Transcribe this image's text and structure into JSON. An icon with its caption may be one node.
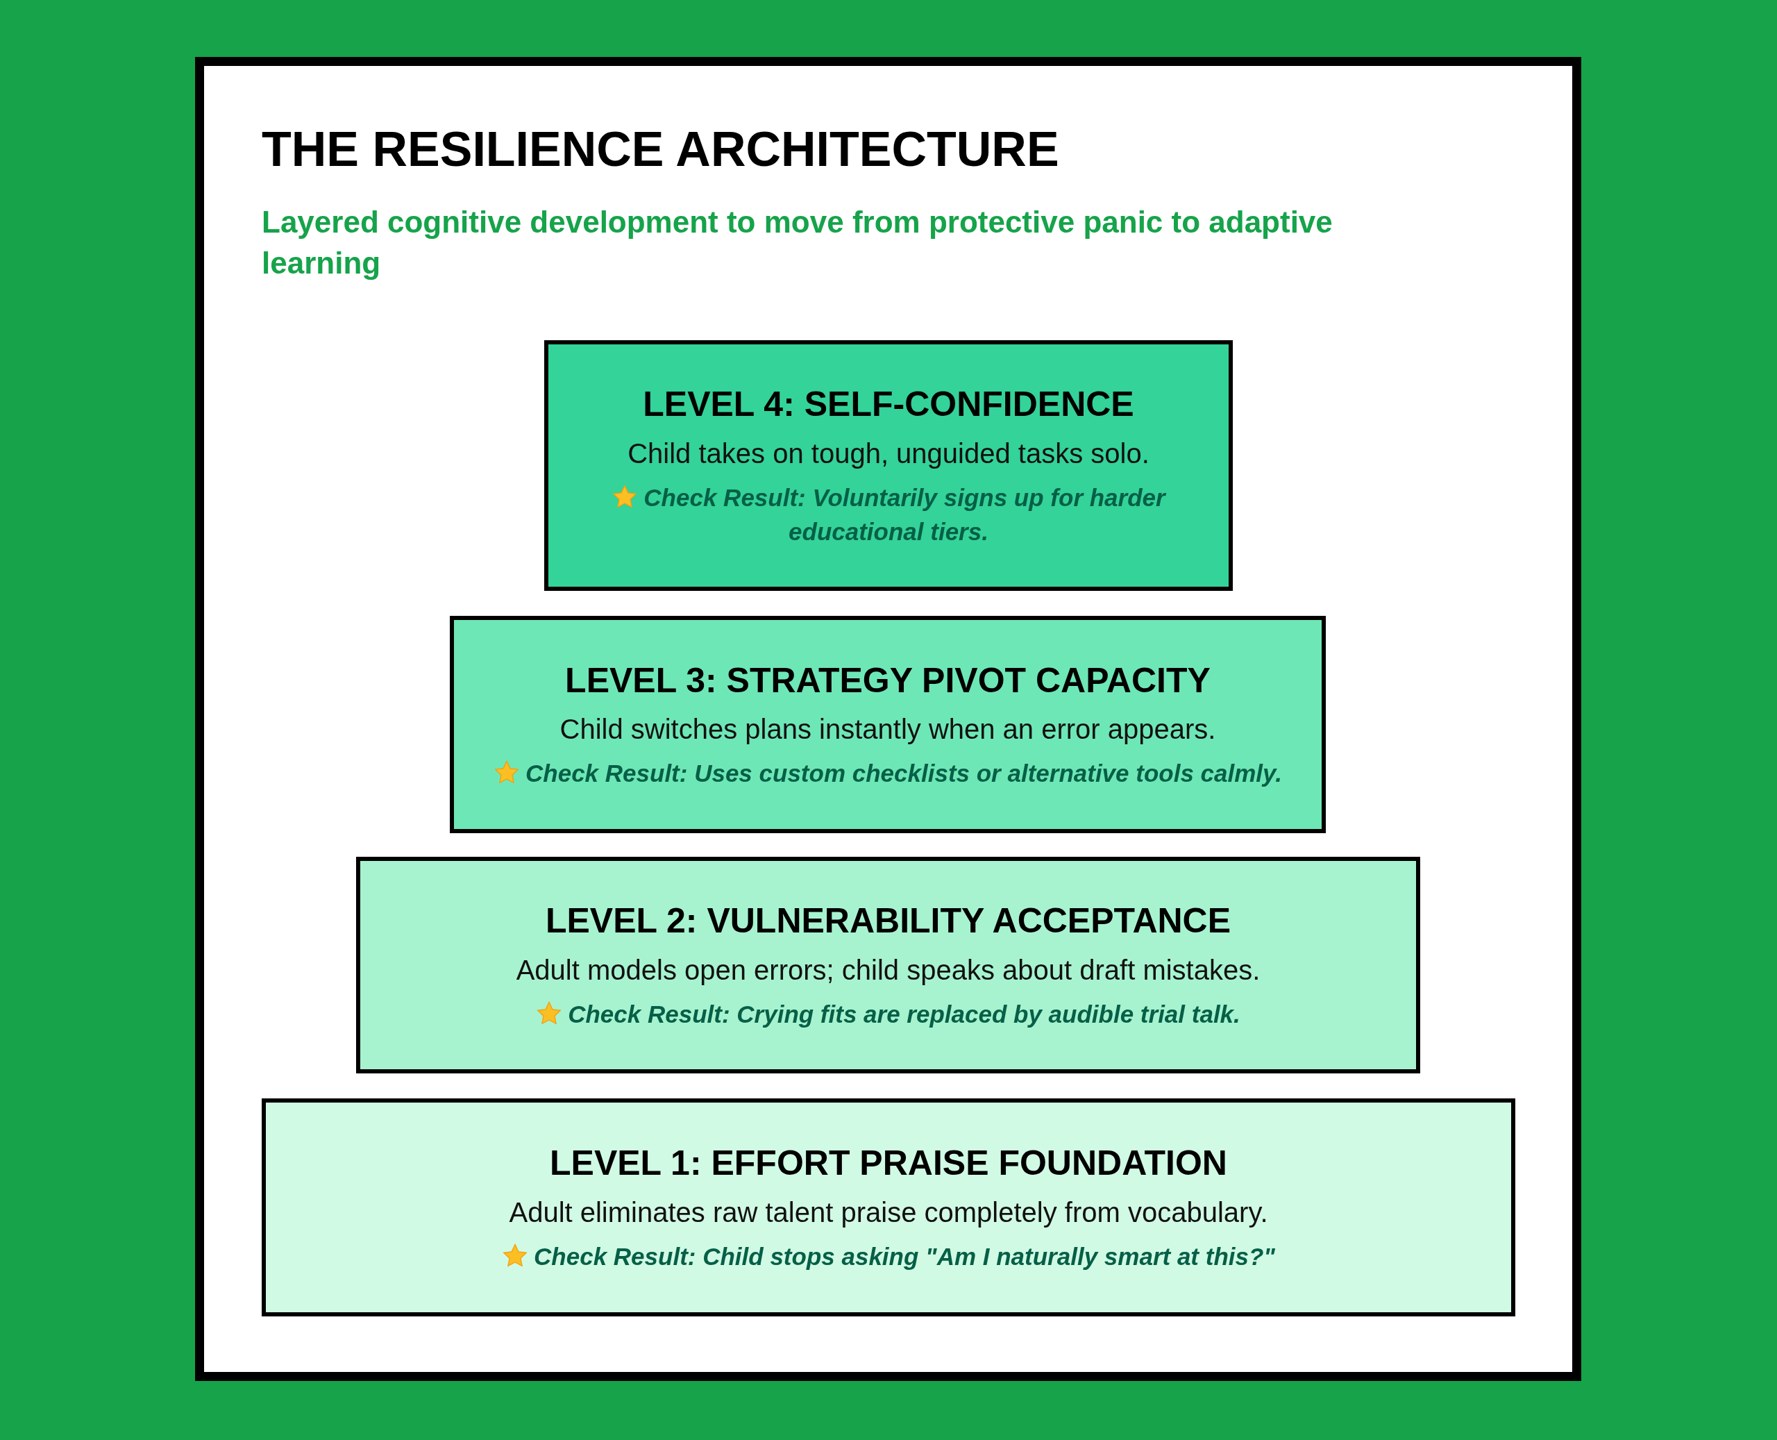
{
  "diagram": {
    "title": "THE RESILIENCE ARCHITECTURE",
    "nodes": [
      {
        "text": [
          "LEVEL 4: SELF-CONFIDENCE",
          "Child takes on tough, unguided tasks solo.",
          "Check Result: Voluntarily signs up for harder educational tiers."
        ]
      },
      {
        "text": [
          "LEVEL 3: STRATEGY PIVOT CAPACITY",
          "Child switches plans instantly when an error appears.",
          "Check Result: Uses custom checklists or alternative tools calmly."
        ]
      },
      {
        "text": [
          "LEVEL 2: VULNERABILITY ACCEPTANCE",
          "Adult models open errors; child speaks about draft mistakes.",
          "Check Result: Crying fits are replaced by audible trial talk."
        ]
      },
      {
        "text": [
          "LEVEL 1: EFFORT PRAISE FOUNDATION",
          "Adult eliminates raw talent praise completely from vocabulary.",
          "Check Result: Child stops asking \"Am I naturally smart at this?\""
        ]
      }
    ],
    "labels": [
      "Layered cognitive development to move from protective panic to adaptive learning"
    ]
  }
}
